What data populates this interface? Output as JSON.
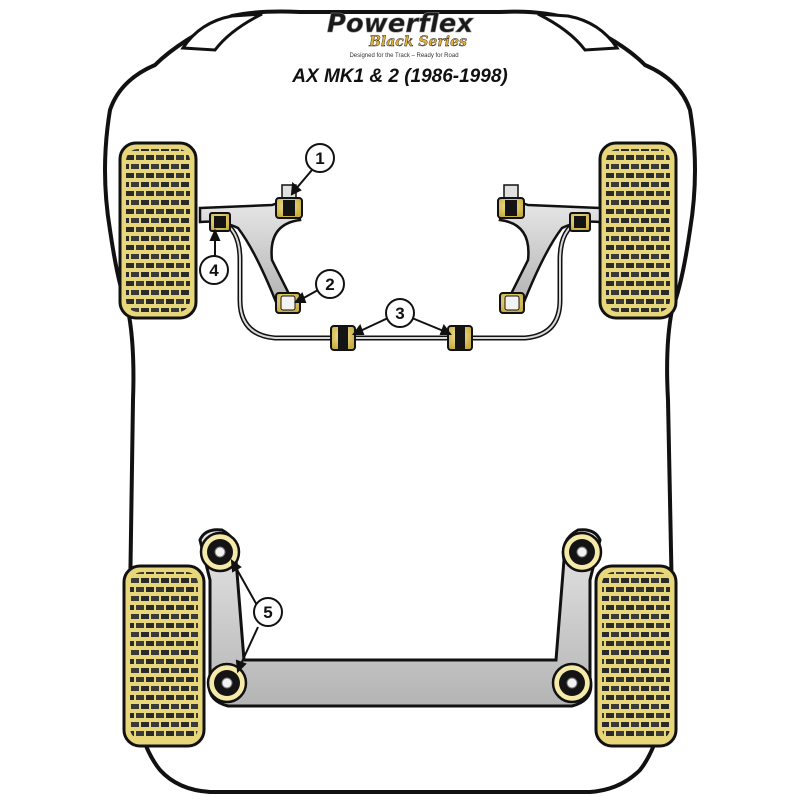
{
  "brand": {
    "name": "Powerflex",
    "series": "Black Series",
    "tagline": "Designed for the Track – Ready for Road"
  },
  "title": "AX MK1 & 2 (1986-1998)",
  "callouts": [
    {
      "number": "1"
    },
    {
      "number": "2"
    },
    {
      "number": "3"
    },
    {
      "number": "4"
    },
    {
      "number": "5"
    }
  ],
  "colors": {
    "bush_yellow": "#e4cf63",
    "bush_black": "#141414",
    "tire_yellow": "#e8d67a",
    "arm_grey": "#c8c8c8",
    "outline": "#111111"
  }
}
